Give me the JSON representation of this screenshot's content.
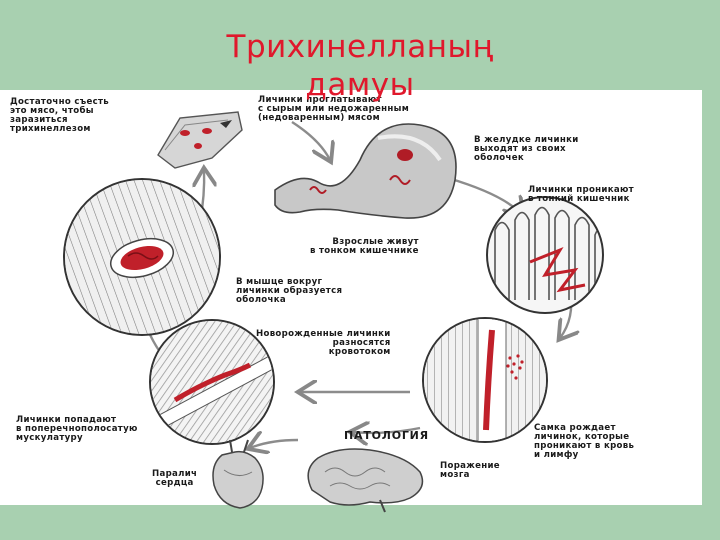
{
  "slide": {
    "title": "Трихинелланың\nдамуы"
  },
  "diagram": {
    "labels": {
      "eat_meat": "Достаточно съесть\nэто мясо, чтобы\nзаразиться\nтрихинеллезом",
      "swallowed": "Личинки проглатывают\nс сырым или недожаренным\n(недоваренным) мясом",
      "stomach_exit": "В желудке личинки\nвыходят из своих\nоболочек",
      "enter_intestine": "Личинки проникают\nв тонкий кишечник",
      "adults_live": "Взрослые живут\nв тонком кишечнике",
      "muscle_capsule": "В мышце вокруг\nличинки образуется\nоболочка",
      "newborn_spread": "Новорожденные личинки\nразносятся\nкровотоком",
      "enter_muscle": "Личинки попадают\nв поперечнополосатую\nмускулатуру",
      "female_births": "Самка рождает\nличинок, которые\nпроникают в кровь\nи лимфу",
      "pathology": "ПАТОЛОГИЯ",
      "heart_paralysis": "Паралич\nсердца",
      "brain_damage": "Поражение\nмозга"
    }
  }
}
